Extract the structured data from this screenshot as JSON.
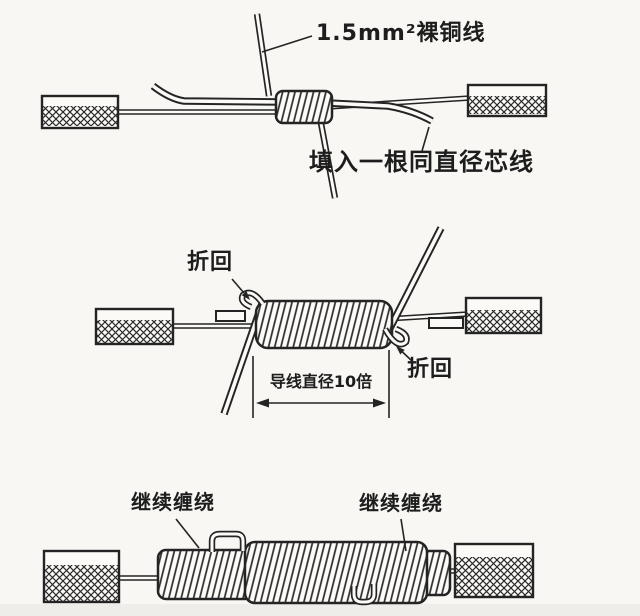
{
  "colors": {
    "ink": "#242424",
    "paper": "#f8f7f4"
  },
  "steps": [
    {
      "name": "step-1-start-winding",
      "labels": {
        "binding_wire": "1.5mm²裸铜线",
        "filler_wire": "填入一根同直径芯线"
      }
    },
    {
      "name": "step-2-wind-to-length",
      "labels": {
        "fold_back_left": "折回",
        "fold_back_right": "折回",
        "winding_length": "导线直径10倍"
      }
    },
    {
      "name": "step-3-finish-wrapping",
      "labels": {
        "continue_left": "继续缠绕",
        "continue_right": "继续缠绕"
      }
    }
  ]
}
